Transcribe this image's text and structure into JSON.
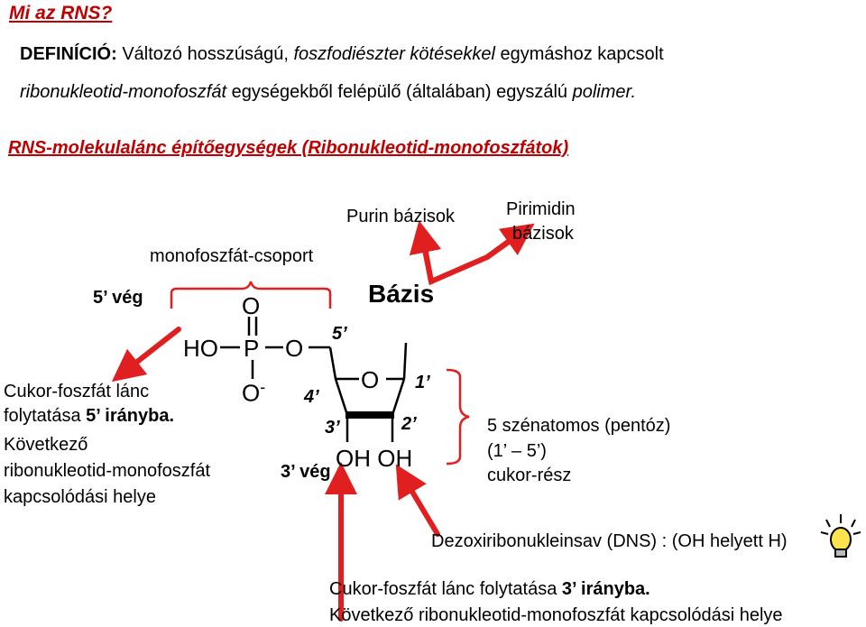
{
  "title": "Mi az RNS?",
  "definition": {
    "label": "DEFINÍCIÓ:",
    "seg1": " Változó hosszúságú, ",
    "seg2_italic": "foszfodiészter kötésekkel",
    "seg3": " egymáshoz kapcsolt",
    "seg4_italic": "ribonukleotid-monofoszfát",
    "seg5": " egységekből felépülő (általában) egyszálú ",
    "seg6_italic": "polimer."
  },
  "section_heading": "RNS-molekulalánc építőegységek (Ribonukleotid-monofoszfátok)",
  "labels": {
    "five_end": "5’ vég",
    "monophosphate": "monofoszfát-csoport",
    "purine": "Purin bázisok",
    "pyrimidine_line1": "Pirimidin",
    "pyrimidine_line2": "bázisok",
    "base": "Bázis",
    "c5": "5’",
    "c4": "4’",
    "c3": "3’",
    "c2": "2’",
    "c1": "1’",
    "three_end": "3’ vég",
    "sugar_line1": "5 szénatomos (pentóz)",
    "sugar_line2": "(1’ – 5’)",
    "sugar_line3": "cukor-rész",
    "dns": "Dezoxiribonukleinsav (DNS) : (OH helyett H)"
  },
  "left_note": {
    "line1": "Cukor-foszfát lánc",
    "line2a": "folytatása ",
    "line2b": "5’ irányba.",
    "line3": "Következő",
    "line4": "ribonukleotid-monofoszfát",
    "line5": "kapcsolódási helye"
  },
  "bottom_note": {
    "line1a": "Cukor-foszfát lánc folytatása ",
    "line1b": "3’ irányba.",
    "line2": "Következő ribonukleotid-monofoszfát kapcsolódási helye"
  },
  "chem": {
    "ho": "HO",
    "p": "P",
    "o": "O",
    "o_minus_charge": "-",
    "ring_o": "O",
    "oh": "OH",
    "ohoh": "OH OH"
  },
  "colors": {
    "accent_red": "#e02020",
    "title_red": "#c00000",
    "bracket_red": "#e02020"
  },
  "icons": [
    "lightbulb-icon"
  ]
}
